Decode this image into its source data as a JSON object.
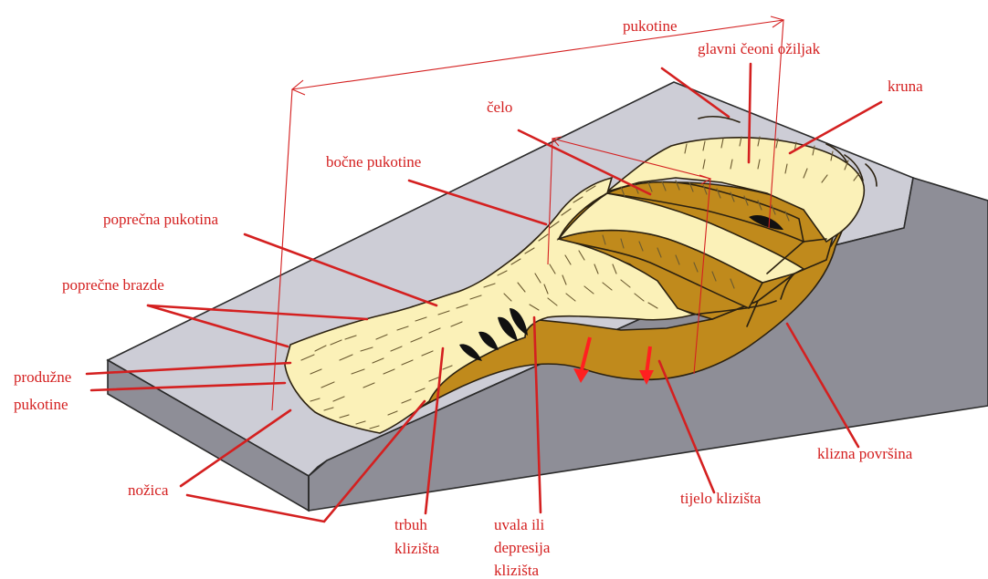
{
  "labels": {
    "pukotine_top": "pukotine",
    "glavni_ceoni_oziljak": "glavni čeoni ožiljak",
    "kruna": "kruna",
    "celo": "čelo",
    "bocne_pukotine": "bočne pukotine",
    "poprecna_pukotina": "poprečna pukotina",
    "poprecne_brazde": "poprečne brazde",
    "produzne_pukotine_1": "produžne",
    "produzne_pukotine_2": "pukotine",
    "nozica": "nožica",
    "trbuh_1": "trbuh",
    "trbuh_2": "klizišta",
    "uvala_1": "uvala ili",
    "uvala_2": "depresija",
    "uvala_3": "klizišta",
    "tijelo": "tijelo klizišta",
    "klizna": "klizna površina"
  },
  "colors": {
    "label_red": "#d42020",
    "slab_top": "#cdcdd6",
    "slab_side": "#8e8e97",
    "cream": "#fbf1b8",
    "ochre": "#c08a1c",
    "dark_ochre": "#9a6c12"
  }
}
